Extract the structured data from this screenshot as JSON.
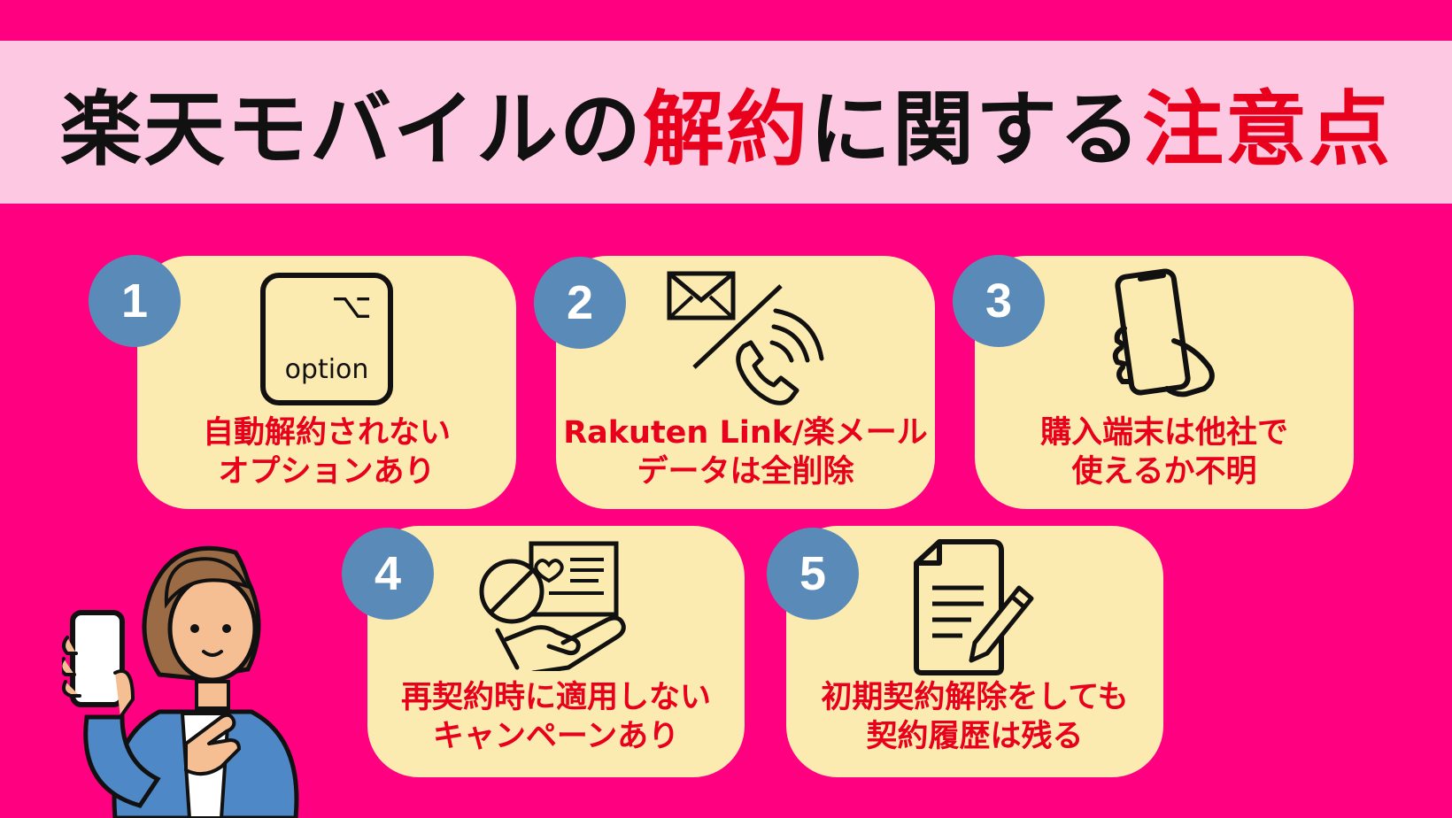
{
  "title": {
    "part1": "楽天モバイルの",
    "accent1": "解約",
    "part2": "に関する",
    "accent2": "注意点"
  },
  "cards": [
    {
      "number": "1",
      "line1": "自動解約されない",
      "line2": "オプションあり",
      "icon": "option-key-icon",
      "icon_text": "option",
      "icon_symbol": "⌥"
    },
    {
      "number": "2",
      "line1": "Rakuten Link/楽メール",
      "line2": "データは全削除",
      "icon": "mail-phone-slash-icon"
    },
    {
      "number": "3",
      "line1": "購入端末は他社で",
      "line2": "使えるか不明",
      "icon": "hand-holding-phone-icon"
    },
    {
      "number": "4",
      "line1": "再契約時に適用しない",
      "line2": "キャンペーンあり",
      "icon": "hand-offer-discount-icon"
    },
    {
      "number": "5",
      "line1": "初期契約解除をしても",
      "line2": "契約履歴は残る",
      "icon": "document-pen-icon"
    }
  ],
  "colors": {
    "background": "#FF0080",
    "banner": "#FDC8E2",
    "card": "#FCEBB0",
    "accent_text": "#E8001C",
    "badge": "#5A8BB8"
  },
  "illustration": "woman-pointing-with-phone"
}
